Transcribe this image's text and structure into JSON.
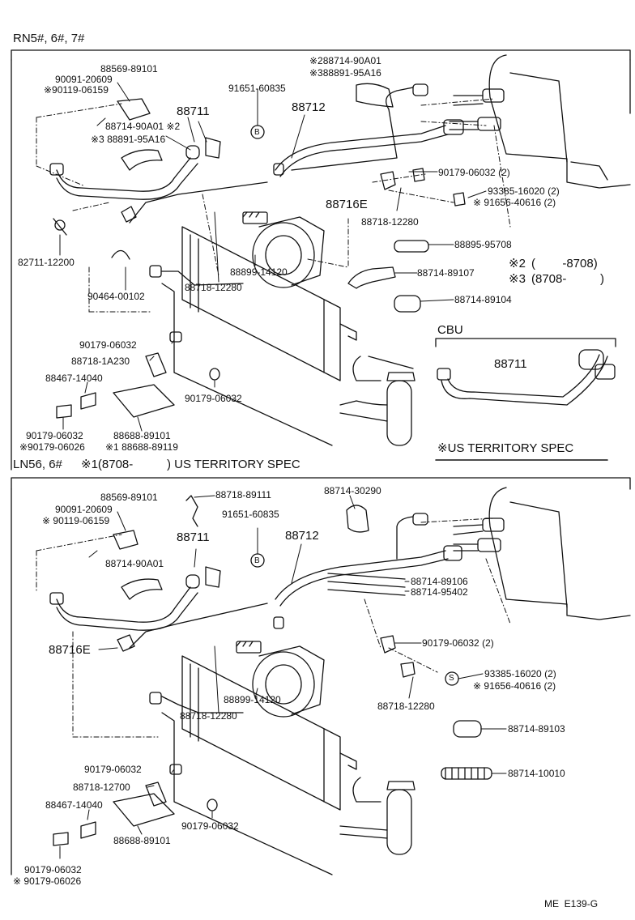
{
  "top": {
    "header": "RN5#, 6#, 7#",
    "parts": [
      "88569-89101",
      "90091-20609",
      "※90119-06159",
      "88714-90A01 ※2",
      "※3 88891-95A16",
      "88711",
      "91651-60835",
      "B",
      "88712",
      "※288714-90A01",
      "※388891-95A16",
      "90179-06032 (2)",
      "93385-16020 (2)",
      "※ 91656-40616 (2)",
      "88716E",
      "88718-12280",
      "88895-95708",
      "88714-89107",
      "88714-89104",
      "82711-12200",
      "90464-00102",
      "88899-14120",
      "88718-12280",
      "90179-06032",
      "88718-1A230",
      "88467-14040",
      "90179-06032",
      "90179-06032",
      "※90179-06026",
      "88688-89101",
      "※1 88688-89119"
    ],
    "notes": {
      "n2_mark": "※2",
      "n2_text": "(        -8708)",
      "n3_mark": "※3",
      "n3_text": "(8708-          )"
    },
    "cbu": {
      "label": "CBU",
      "part": "88711",
      "spec": "※US TERRITORY SPEC"
    }
  },
  "bottom": {
    "header": "LN56, 6#",
    "header_note": "※1(8708-          ) US TERRITORY SPEC",
    "parts": [
      "88569-89101",
      "90091-20609",
      "※ 90119-06159",
      "88718-89111",
      "91651-60835",
      "88714-30290",
      "88711",
      "88712",
      "B",
      "88714-90A01",
      "88714-89106",
      "88714-95402",
      "88716E",
      "90179-06032 (2)",
      "S",
      "93385-16020 (2)",
      "※ 91656-40616 (2)",
      "88718-12280",
      "88899-14120",
      "88718-12280",
      "88714-89103",
      "88714-10010",
      "90179-06032",
      "88718-12700",
      "88467-14040",
      "90179-06032",
      "88688-89101",
      "90179-06032",
      "※ 90179-06026"
    ],
    "footer": "ME  E139-G"
  }
}
